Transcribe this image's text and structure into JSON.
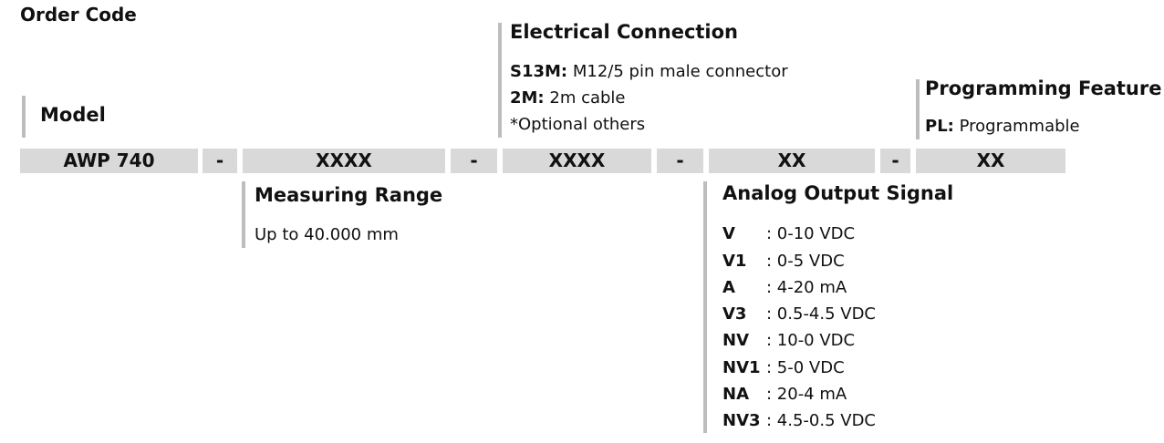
{
  "title": "Order Code",
  "model": {
    "heading": "Model"
  },
  "code_row": [
    {
      "id": "model",
      "text": "AWP 740"
    },
    {
      "id": "sep1",
      "text": "-"
    },
    {
      "id": "measuring-range",
      "text": "XXXX"
    },
    {
      "id": "sep2",
      "text": "-"
    },
    {
      "id": "electrical-connection",
      "text": "XXXX"
    },
    {
      "id": "sep3",
      "text": "-"
    },
    {
      "id": "analog-output",
      "text": "XX"
    },
    {
      "id": "sep4",
      "text": "-"
    },
    {
      "id": "programming-feature",
      "text": "XX"
    }
  ],
  "electrical_connection": {
    "heading": "Electrical Connection",
    "items": [
      {
        "code": "S13M:",
        "desc": " M12/5 pin male connector"
      },
      {
        "code": "2M:",
        "desc": " 2m cable"
      },
      {
        "code": "",
        "desc": "*Optional others"
      }
    ]
  },
  "programming_feature": {
    "heading": "Programming Feature",
    "items": [
      {
        "code": "PL:",
        "desc": " Programmable"
      }
    ]
  },
  "measuring_range": {
    "heading": "Measuring Range",
    "text": "Up to 40.000 mm"
  },
  "analog_output": {
    "heading": "Analog Output Signal",
    "items": [
      {
        "code": "V",
        "desc": ": 0-10 VDC"
      },
      {
        "code": "V1",
        "desc": ": 0-5 VDC"
      },
      {
        "code": "A",
        "desc": ": 4-20 mA"
      },
      {
        "code": "V3",
        "desc": ": 0.5-4.5 VDC"
      },
      {
        "code": "NV",
        "desc": " : 10-0 VDC"
      },
      {
        "code": "NV1",
        "desc": " : 5-0 VDC"
      },
      {
        "code": "NA",
        "desc": " : 20-4 mA"
      },
      {
        "code": "NV3",
        "desc": " : 4.5-0.5 VDC"
      }
    ]
  }
}
